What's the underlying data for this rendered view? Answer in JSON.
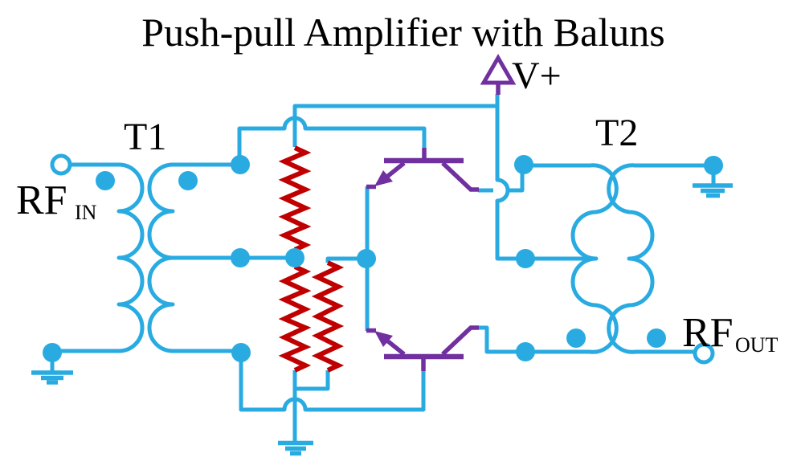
{
  "title": "Push-pull Amplifier with Baluns",
  "supply": {
    "label": "V+"
  },
  "transformers": {
    "t1": {
      "label": "T1"
    },
    "t2": {
      "label": "T2"
    }
  },
  "ports": {
    "rf_in": {
      "main": "RF",
      "sub": "IN"
    },
    "rf_out": {
      "main": "RF",
      "sub": "OUT"
    }
  },
  "colors": {
    "wire": "#29ABE2",
    "resistor": "#C00000",
    "transistor": "#7030A0",
    "text": "#000000",
    "background": "#FFFFFF"
  }
}
